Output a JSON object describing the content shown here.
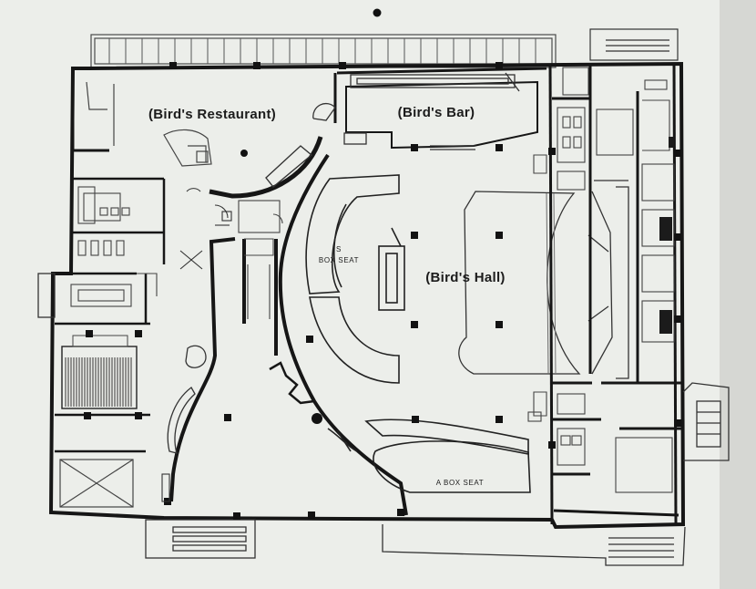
{
  "plan": {
    "rooms": {
      "restaurant": "(Bird's Restaurant)",
      "bar": "(Bird's Bar)",
      "hall": "(Bird's Hall)"
    },
    "seating": {
      "s_box": "S",
      "s_box_seat": "BOX SEAT",
      "a_box_seat": "A BOX SEAT"
    }
  },
  "colors": {
    "paper": "#eceeea",
    "background": "#d9dad6",
    "ink": "#1b1b1b",
    "fine_line": "#4a4a4a"
  }
}
